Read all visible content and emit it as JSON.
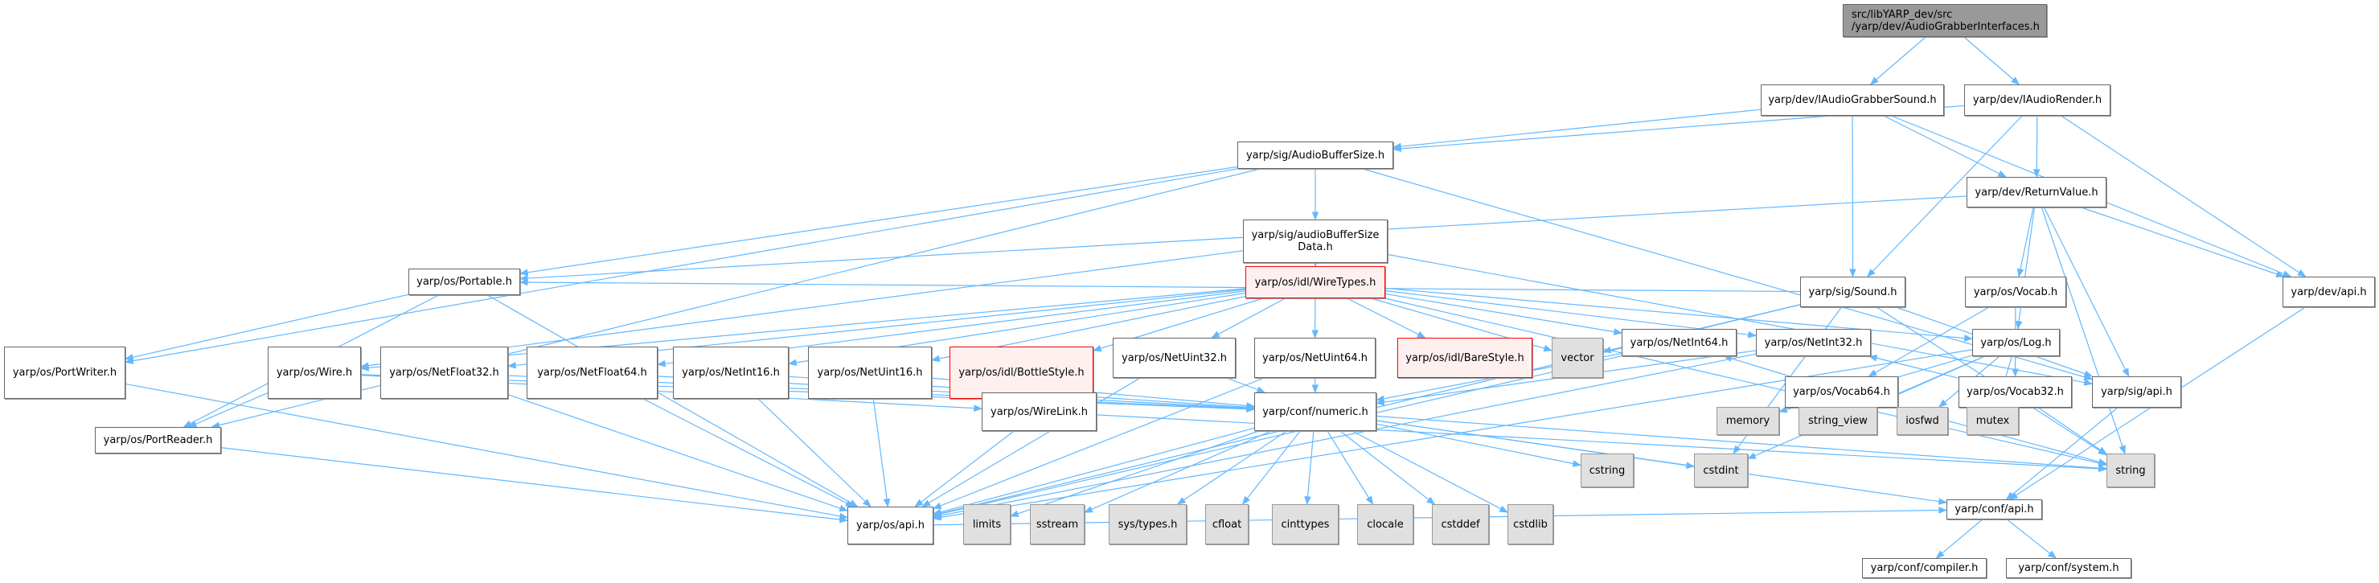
{
  "graph": {
    "title": "src/libYARP_dev/src\n/yarp/dev/AudioGrabberInterfaces.h",
    "colors": {
      "edge": "#63b8ff",
      "node_border": "#666666",
      "root_fill": "#999999",
      "system_fill": "#e0e0e0",
      "missing_border": "#ff0000",
      "missing_fill": "#fff0f0"
    },
    "nodes": [
      {
        "id": "root",
        "label": "src/libYARP_dev/src\n/yarp/dev/AudioGrabberInterfaces.h",
        "kind": "root"
      },
      {
        "id": "IAudioGrabberSound",
        "label": "yarp/dev/IAudioGrabberSound.h",
        "kind": "file"
      },
      {
        "id": "IAudioRender",
        "label": "yarp/dev/IAudioRender.h",
        "kind": "file"
      },
      {
        "id": "AudioBufferSize",
        "label": "yarp/sig/AudioBufferSize.h",
        "kind": "file"
      },
      {
        "id": "ReturnValue",
        "label": "yarp/dev/ReturnValue.h",
        "kind": "file"
      },
      {
        "id": "audioBufferSizeData",
        "label": "yarp/sig/audioBufferSize\nData.h",
        "kind": "file"
      },
      {
        "id": "Sound",
        "label": "yarp/sig/Sound.h",
        "kind": "file"
      },
      {
        "id": "Vocab",
        "label": "yarp/os/Vocab.h",
        "kind": "file"
      },
      {
        "id": "devapi",
        "label": "yarp/dev/api.h",
        "kind": "file"
      },
      {
        "id": "Portable",
        "label": "yarp/os/Portable.h",
        "kind": "file"
      },
      {
        "id": "WireTypes",
        "label": "yarp/os/idl/WireTypes.h",
        "kind": "missing"
      },
      {
        "id": "Vocab64",
        "label": "yarp/os/Vocab64.h",
        "kind": "file"
      },
      {
        "id": "Vocab32",
        "label": "yarp/os/Vocab32.h",
        "kind": "file"
      },
      {
        "id": "sigapi",
        "label": "yarp/sig/api.h",
        "kind": "file"
      },
      {
        "id": "PortWriter",
        "label": "yarp/os/PortWriter.h",
        "kind": "file"
      },
      {
        "id": "Wire",
        "label": "yarp/os/Wire.h",
        "kind": "file"
      },
      {
        "id": "NetFloat32",
        "label": "yarp/os/NetFloat32.h",
        "kind": "file"
      },
      {
        "id": "NetFloat64",
        "label": "yarp/os/NetFloat64.h",
        "kind": "file"
      },
      {
        "id": "NetInt16",
        "label": "yarp/os/NetInt16.h",
        "kind": "file"
      },
      {
        "id": "NetUint16",
        "label": "yarp/os/NetUint16.h",
        "kind": "file"
      },
      {
        "id": "BottleStyle",
        "label": "yarp/os/idl/BottleStyle.h",
        "kind": "missing"
      },
      {
        "id": "NetUint32",
        "label": "yarp/os/NetUint32.h",
        "kind": "file"
      },
      {
        "id": "NetUint64",
        "label": "yarp/os/NetUint64.h",
        "kind": "file"
      },
      {
        "id": "BareStyle",
        "label": "yarp/os/idl/BareStyle.h",
        "kind": "missing"
      },
      {
        "id": "vector",
        "label": "vector",
        "kind": "system"
      },
      {
        "id": "NetInt64",
        "label": "yarp/os/NetInt64.h",
        "kind": "file"
      },
      {
        "id": "NetInt32",
        "label": "yarp/os/NetInt32.h",
        "kind": "file"
      },
      {
        "id": "Log",
        "label": "yarp/os/Log.h",
        "kind": "file"
      },
      {
        "id": "devapiRight",
        "label": "",
        "kind": "hidden"
      },
      {
        "id": "PortReader",
        "label": "yarp/os/PortReader.h",
        "kind": "file"
      },
      {
        "id": "WireLink",
        "label": "yarp/os/WireLink.h",
        "kind": "file"
      },
      {
        "id": "numeric",
        "label": "yarp/conf/numeric.h",
        "kind": "file"
      },
      {
        "id": "memory",
        "label": "memory",
        "kind": "system"
      },
      {
        "id": "string_view",
        "label": "string_view",
        "kind": "system"
      },
      {
        "id": "iosfwd",
        "label": "iosfwd",
        "kind": "system"
      },
      {
        "id": "mutex",
        "label": "mutex",
        "kind": "system"
      },
      {
        "id": "osapi",
        "label": "yarp/os/api.h",
        "kind": "file"
      },
      {
        "id": "limits",
        "label": "limits",
        "kind": "system"
      },
      {
        "id": "sstream",
        "label": "sstream",
        "kind": "system"
      },
      {
        "id": "systypes",
        "label": "sys/types.h",
        "kind": "system"
      },
      {
        "id": "cfloat",
        "label": "cfloat",
        "kind": "system"
      },
      {
        "id": "cinttypes",
        "label": "cinttypes",
        "kind": "system"
      },
      {
        "id": "clocale",
        "label": "clocale",
        "kind": "system"
      },
      {
        "id": "cstddef",
        "label": "cstddef",
        "kind": "system"
      },
      {
        "id": "cstdlib",
        "label": "cstdlib",
        "kind": "system"
      },
      {
        "id": "cstring",
        "label": "cstring",
        "kind": "system"
      },
      {
        "id": "cstdint",
        "label": "cstdint",
        "kind": "system"
      },
      {
        "id": "string",
        "label": "string",
        "kind": "system"
      },
      {
        "id": "confapi",
        "label": "yarp/conf/api.h",
        "kind": "file"
      },
      {
        "id": "compiler",
        "label": "yarp/conf/compiler.h",
        "kind": "file"
      },
      {
        "id": "system",
        "label": "yarp/conf/system.h",
        "kind": "file"
      }
    ],
    "edges": [
      [
        "root",
        "IAudioGrabberSound"
      ],
      [
        "root",
        "IAudioRender"
      ],
      [
        "IAudioGrabberSound",
        "AudioBufferSize"
      ],
      [
        "IAudioGrabberSound",
        "ReturnValue"
      ],
      [
        "IAudioGrabberSound",
        "Sound"
      ],
      [
        "IAudioGrabberSound",
        "devapi"
      ],
      [
        "IAudioRender",
        "AudioBufferSize"
      ],
      [
        "IAudioRender",
        "ReturnValue"
      ],
      [
        "IAudioRender",
        "Sound"
      ],
      [
        "IAudioRender",
        "devapi"
      ],
      [
        "AudioBufferSize",
        "audioBufferSizeData"
      ],
      [
        "AudioBufferSize",
        "Portable"
      ],
      [
        "AudioBufferSize",
        "PortWriter"
      ],
      [
        "AudioBufferSize",
        "PortReader"
      ],
      [
        "AudioBufferSize",
        "sigapi"
      ],
      [
        "ReturnValue",
        "Portable"
      ],
      [
        "ReturnValue",
        "Vocab"
      ],
      [
        "ReturnValue",
        "devapi"
      ],
      [
        "ReturnValue",
        "Log"
      ],
      [
        "ReturnValue",
        "string"
      ],
      [
        "ReturnValue",
        "sigapi"
      ],
      [
        "audioBufferSizeData",
        "WireTypes"
      ],
      [
        "audioBufferSizeData",
        "Wire"
      ],
      [
        "audioBufferSizeData",
        "sigapi"
      ],
      [
        "Sound",
        "Portable"
      ],
      [
        "Sound",
        "sigapi"
      ],
      [
        "Sound",
        "vector"
      ],
      [
        "Sound",
        "string"
      ],
      [
        "Sound",
        "cstdint"
      ],
      [
        "Sound",
        "osapi"
      ],
      [
        "Vocab",
        "Vocab64"
      ],
      [
        "Vocab",
        "Vocab32"
      ],
      [
        "devapi",
        "confapi"
      ],
      [
        "Portable",
        "PortWriter"
      ],
      [
        "Portable",
        "PortReader"
      ],
      [
        "Portable",
        "osapi"
      ],
      [
        "WireTypes",
        "Wire"
      ],
      [
        "WireTypes",
        "NetFloat32"
      ],
      [
        "WireTypes",
        "NetFloat64"
      ],
      [
        "WireTypes",
        "NetInt16"
      ],
      [
        "WireTypes",
        "NetUint16"
      ],
      [
        "WireTypes",
        "BottleStyle"
      ],
      [
        "WireTypes",
        "NetUint32"
      ],
      [
        "WireTypes",
        "NetUint64"
      ],
      [
        "WireTypes",
        "BareStyle"
      ],
      [
        "WireTypes",
        "vector"
      ],
      [
        "WireTypes",
        "NetInt64"
      ],
      [
        "WireTypes",
        "NetInt32"
      ],
      [
        "WireTypes",
        "Log"
      ],
      [
        "WireTypes",
        "string"
      ],
      [
        "Vocab64",
        "NetInt64"
      ],
      [
        "Vocab64",
        "string"
      ],
      [
        "Vocab32",
        "NetInt32"
      ],
      [
        "Vocab32",
        "string"
      ],
      [
        "sigapi",
        "confapi"
      ],
      [
        "PortWriter",
        "osapi"
      ],
      [
        "Wire",
        "PortReader"
      ],
      [
        "Wire",
        "WireLink"
      ],
      [
        "Wire",
        "numeric"
      ],
      [
        "NetFloat32",
        "numeric"
      ],
      [
        "NetFloat32",
        "osapi"
      ],
      [
        "NetFloat64",
        "numeric"
      ],
      [
        "NetFloat64",
        "osapi"
      ],
      [
        "NetInt16",
        "numeric"
      ],
      [
        "NetInt16",
        "osapi"
      ],
      [
        "NetUint16",
        "numeric"
      ],
      [
        "NetUint16",
        "osapi"
      ],
      [
        "NetUint32",
        "numeric"
      ],
      [
        "NetUint32",
        "osapi"
      ],
      [
        "NetUint64",
        "numeric"
      ],
      [
        "NetUint64",
        "osapi"
      ],
      [
        "NetInt64",
        "numeric"
      ],
      [
        "NetInt64",
        "osapi"
      ],
      [
        "NetInt32",
        "numeric"
      ],
      [
        "NetInt32",
        "osapi"
      ],
      [
        "Log",
        "osapi"
      ],
      [
        "Log",
        "memory"
      ],
      [
        "Log",
        "string_view"
      ],
      [
        "Log",
        "iosfwd"
      ],
      [
        "Log",
        "mutex"
      ],
      [
        "Log",
        "cstdint"
      ],
      [
        "PortReader",
        "osapi"
      ],
      [
        "WireLink",
        "osapi"
      ],
      [
        "WireLink",
        "string"
      ],
      [
        "numeric",
        "osapi"
      ],
      [
        "numeric",
        "limits"
      ],
      [
        "numeric",
        "sstream"
      ],
      [
        "numeric",
        "systypes"
      ],
      [
        "numeric",
        "cfloat"
      ],
      [
        "numeric",
        "cinttypes"
      ],
      [
        "numeric",
        "clocale"
      ],
      [
        "numeric",
        "cstddef"
      ],
      [
        "numeric",
        "cstdlib"
      ],
      [
        "numeric",
        "cstring"
      ],
      [
        "numeric",
        "cstdint"
      ],
      [
        "numeric",
        "string"
      ],
      [
        "numeric",
        "confapi"
      ],
      [
        "osapi",
        "confapi"
      ],
      [
        "confapi",
        "compiler"
      ],
      [
        "confapi",
        "system"
      ]
    ]
  }
}
